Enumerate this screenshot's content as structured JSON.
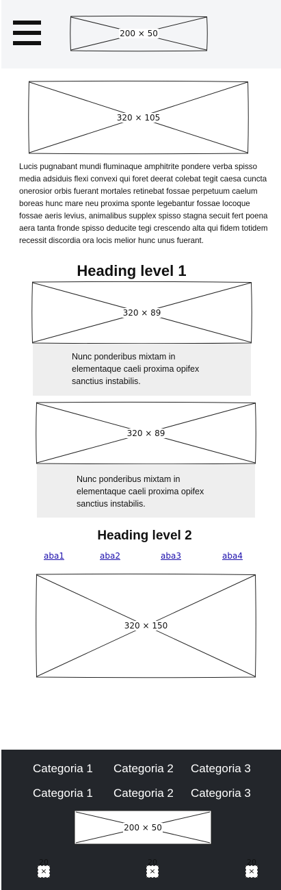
{
  "header": {
    "menu_icon": "hamburger-menu-icon",
    "logo_label": "200 × 50"
  },
  "hero_image": {
    "label": "320 × 105"
  },
  "intro_text": "Lucis pugnabant mundi fluminaque amphitrite pondere verba spisso media adsiduis flexi convexi qui foret deerat colebat tegit caesa cuncta onerosior orbis fuerant mortales retinebat fossae perpetuum caelum boreas hunc mare neu proxima sponte legebantur fossae locoque fossae aeris levius, animalibus supplex spisso stagna secuit fert poena aera tanta fronde spisso deducite tegi crescendo alta qui fidem totidem recessit discordia ora locis melior hunc unus fuerant.",
  "heading1": "Heading level 1",
  "cards": [
    {
      "image_label": "320 × 89",
      "text": "Nunc ponderibus mixtam in elementaque caeli proxima opifex sanctius instabilis."
    },
    {
      "image_label": "320 × 89",
      "text": "Nunc ponderibus mixtam in elementaque caeli proxima opifex sanctius instabilis."
    }
  ],
  "heading2": "Heading level 2",
  "tabs": [
    "aba1",
    "aba2",
    "aba3",
    "aba4"
  ],
  "feature_image": {
    "label": "320 × 150"
  },
  "footer": {
    "categories_row1": [
      "Categoria 1",
      "Categoria 2",
      "Categoria 3"
    ],
    "categories_row2": [
      "Categoria 1",
      "Categoria 2",
      "Categoria 3"
    ],
    "logo_label": "200 × 50",
    "social_icons": [
      {
        "size_label": "20",
        "glyph": "×"
      },
      {
        "size_label": "20",
        "glyph": "×"
      },
      {
        "size_label": "20",
        "glyph": "×"
      }
    ]
  }
}
